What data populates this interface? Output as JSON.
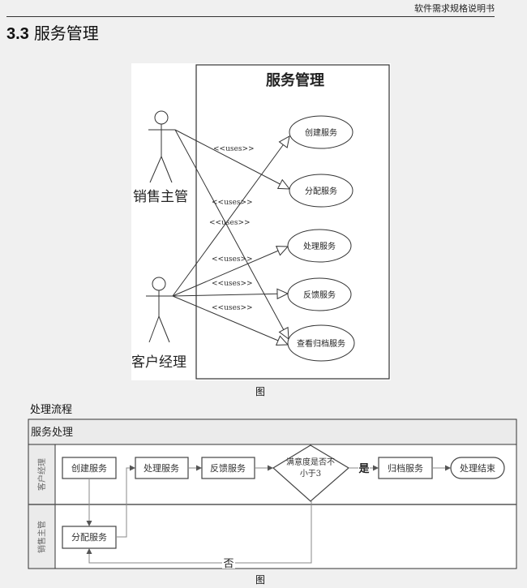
{
  "header": {
    "doc_title": "软件需求规格说明书"
  },
  "section": {
    "number": "3.3",
    "title": "服务管理"
  },
  "use_case_diagram": {
    "system_title": "服务管理",
    "actors": [
      "销售主管",
      "客户经理"
    ],
    "use_cases": [
      "创建服务",
      "分配服务",
      "处理服务",
      "反馈服务",
      "查看归档服务"
    ],
    "relation_label": "<<uses>>",
    "caption": "图"
  },
  "process_heading": "处理流程",
  "flowchart": {
    "title": "服务处理",
    "lanes": [
      "客户经理",
      "销售主管"
    ],
    "steps": {
      "create": "创建服务",
      "assign": "分配服务",
      "process": "处理服务",
      "feedback": "反馈服务",
      "decision_line1": "满意度是否不",
      "decision_line2": "小于3",
      "archive": "归档服务",
      "end": "处理结束"
    },
    "yes_label": "是",
    "no_label": "否",
    "caption": "图"
  }
}
